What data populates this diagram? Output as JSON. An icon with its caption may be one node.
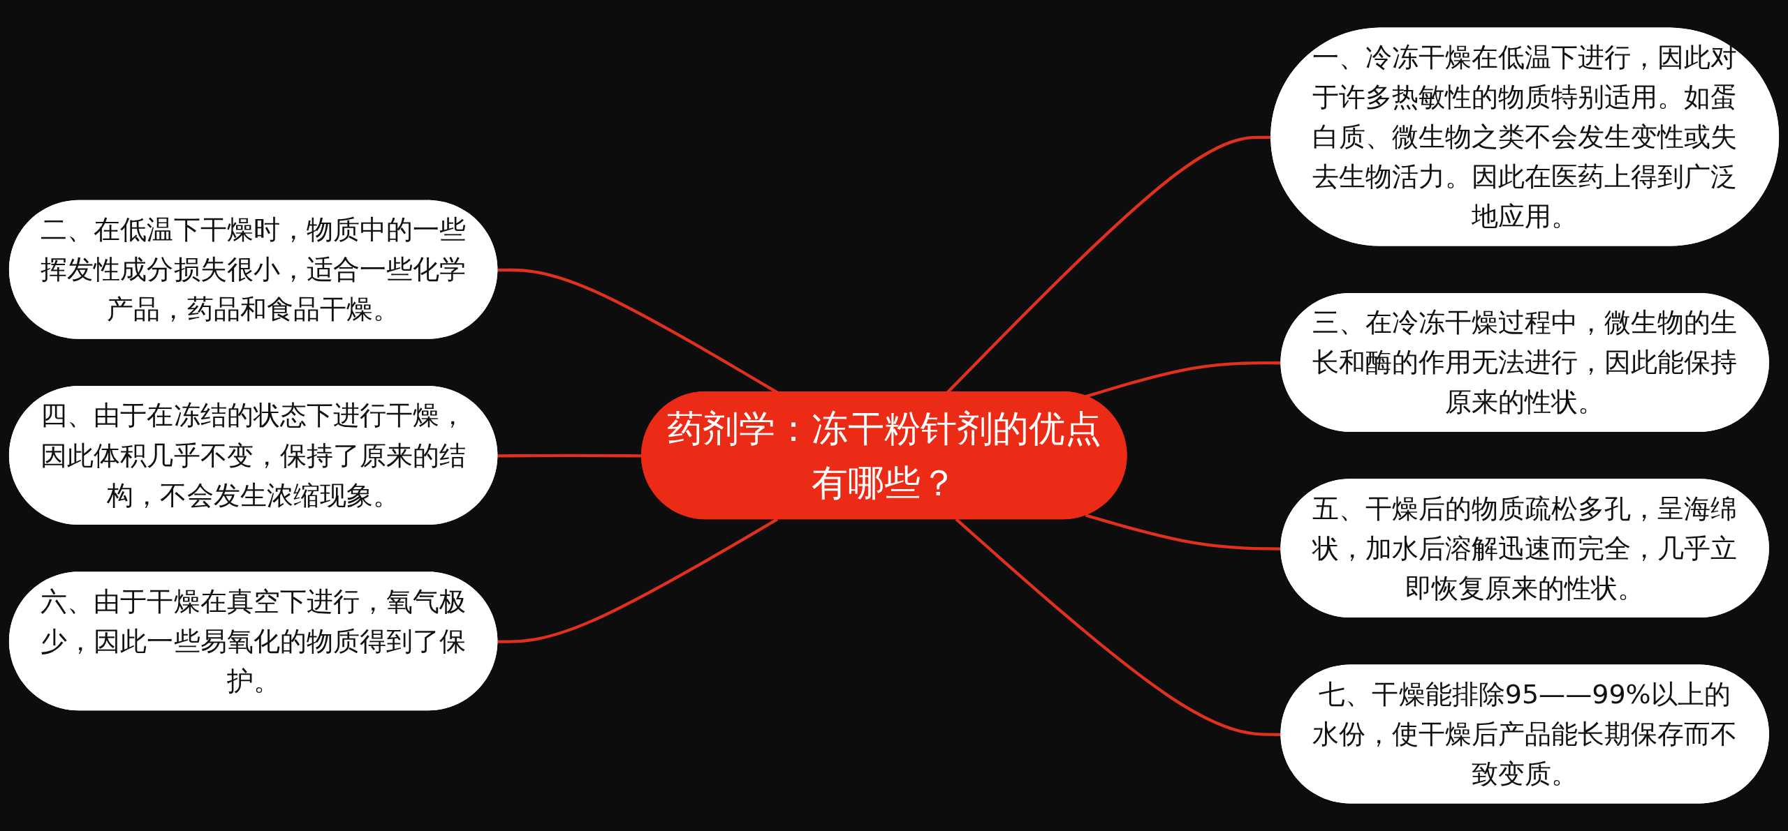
{
  "diagram": {
    "nodes": [
      {
        "text": [
          "药剂学：冻干粉针剂的优点有哪些？"
        ]
      },
      {
        "text": [
          "一、冷冻干燥在低温下进行，因此对于许多热敏性的物质特别适用。如蛋白质、微生物之类不会发生变性或失去生物活力。因此在医药上得到广泛地应用。"
        ]
      },
      {
        "text": [
          "二、在低温下干燥时，物质中的一些挥发性成分损失很小，适合一些化学产品，药品和食品干燥。"
        ]
      },
      {
        "text": [
          "三、在冷冻干燥过程中，微生物的生长和酶的作用无法进行，因此能保持原来的性状。"
        ]
      },
      {
        "text": [
          "四、由于在冻结的状态下进行干燥，因此体积几乎不变，保持了原来的结构，不会发生浓缩现象。"
        ]
      },
      {
        "text": [
          "五、干燥后的物质疏松多孔，呈海绵状，加水后溶解迅速而完全，几乎立即恢复原来的性状。"
        ]
      },
      {
        "text": [
          "六、由于干燥在真空下进行，氧气极少，因此一些易氧化的物质得到了保护。"
        ]
      },
      {
        "text": [
          "七、干燥能排除95——99%以上的水份，使干燥后产品能长期保存而不致变质。"
        ]
      }
    ],
    "edges": [
      {
        "from": 0,
        "to": 1,
        "arrow": "none"
      },
      {
        "from": 0,
        "to": 2,
        "arrow": "none"
      },
      {
        "from": 0,
        "to": 3,
        "arrow": "none"
      },
      {
        "from": 0,
        "to": 4,
        "arrow": "none"
      },
      {
        "from": 0,
        "to": 5,
        "arrow": "none"
      },
      {
        "from": 0,
        "to": 6,
        "arrow": "none"
      },
      {
        "from": 0,
        "to": 7,
        "arrow": "none"
      }
    ]
  }
}
